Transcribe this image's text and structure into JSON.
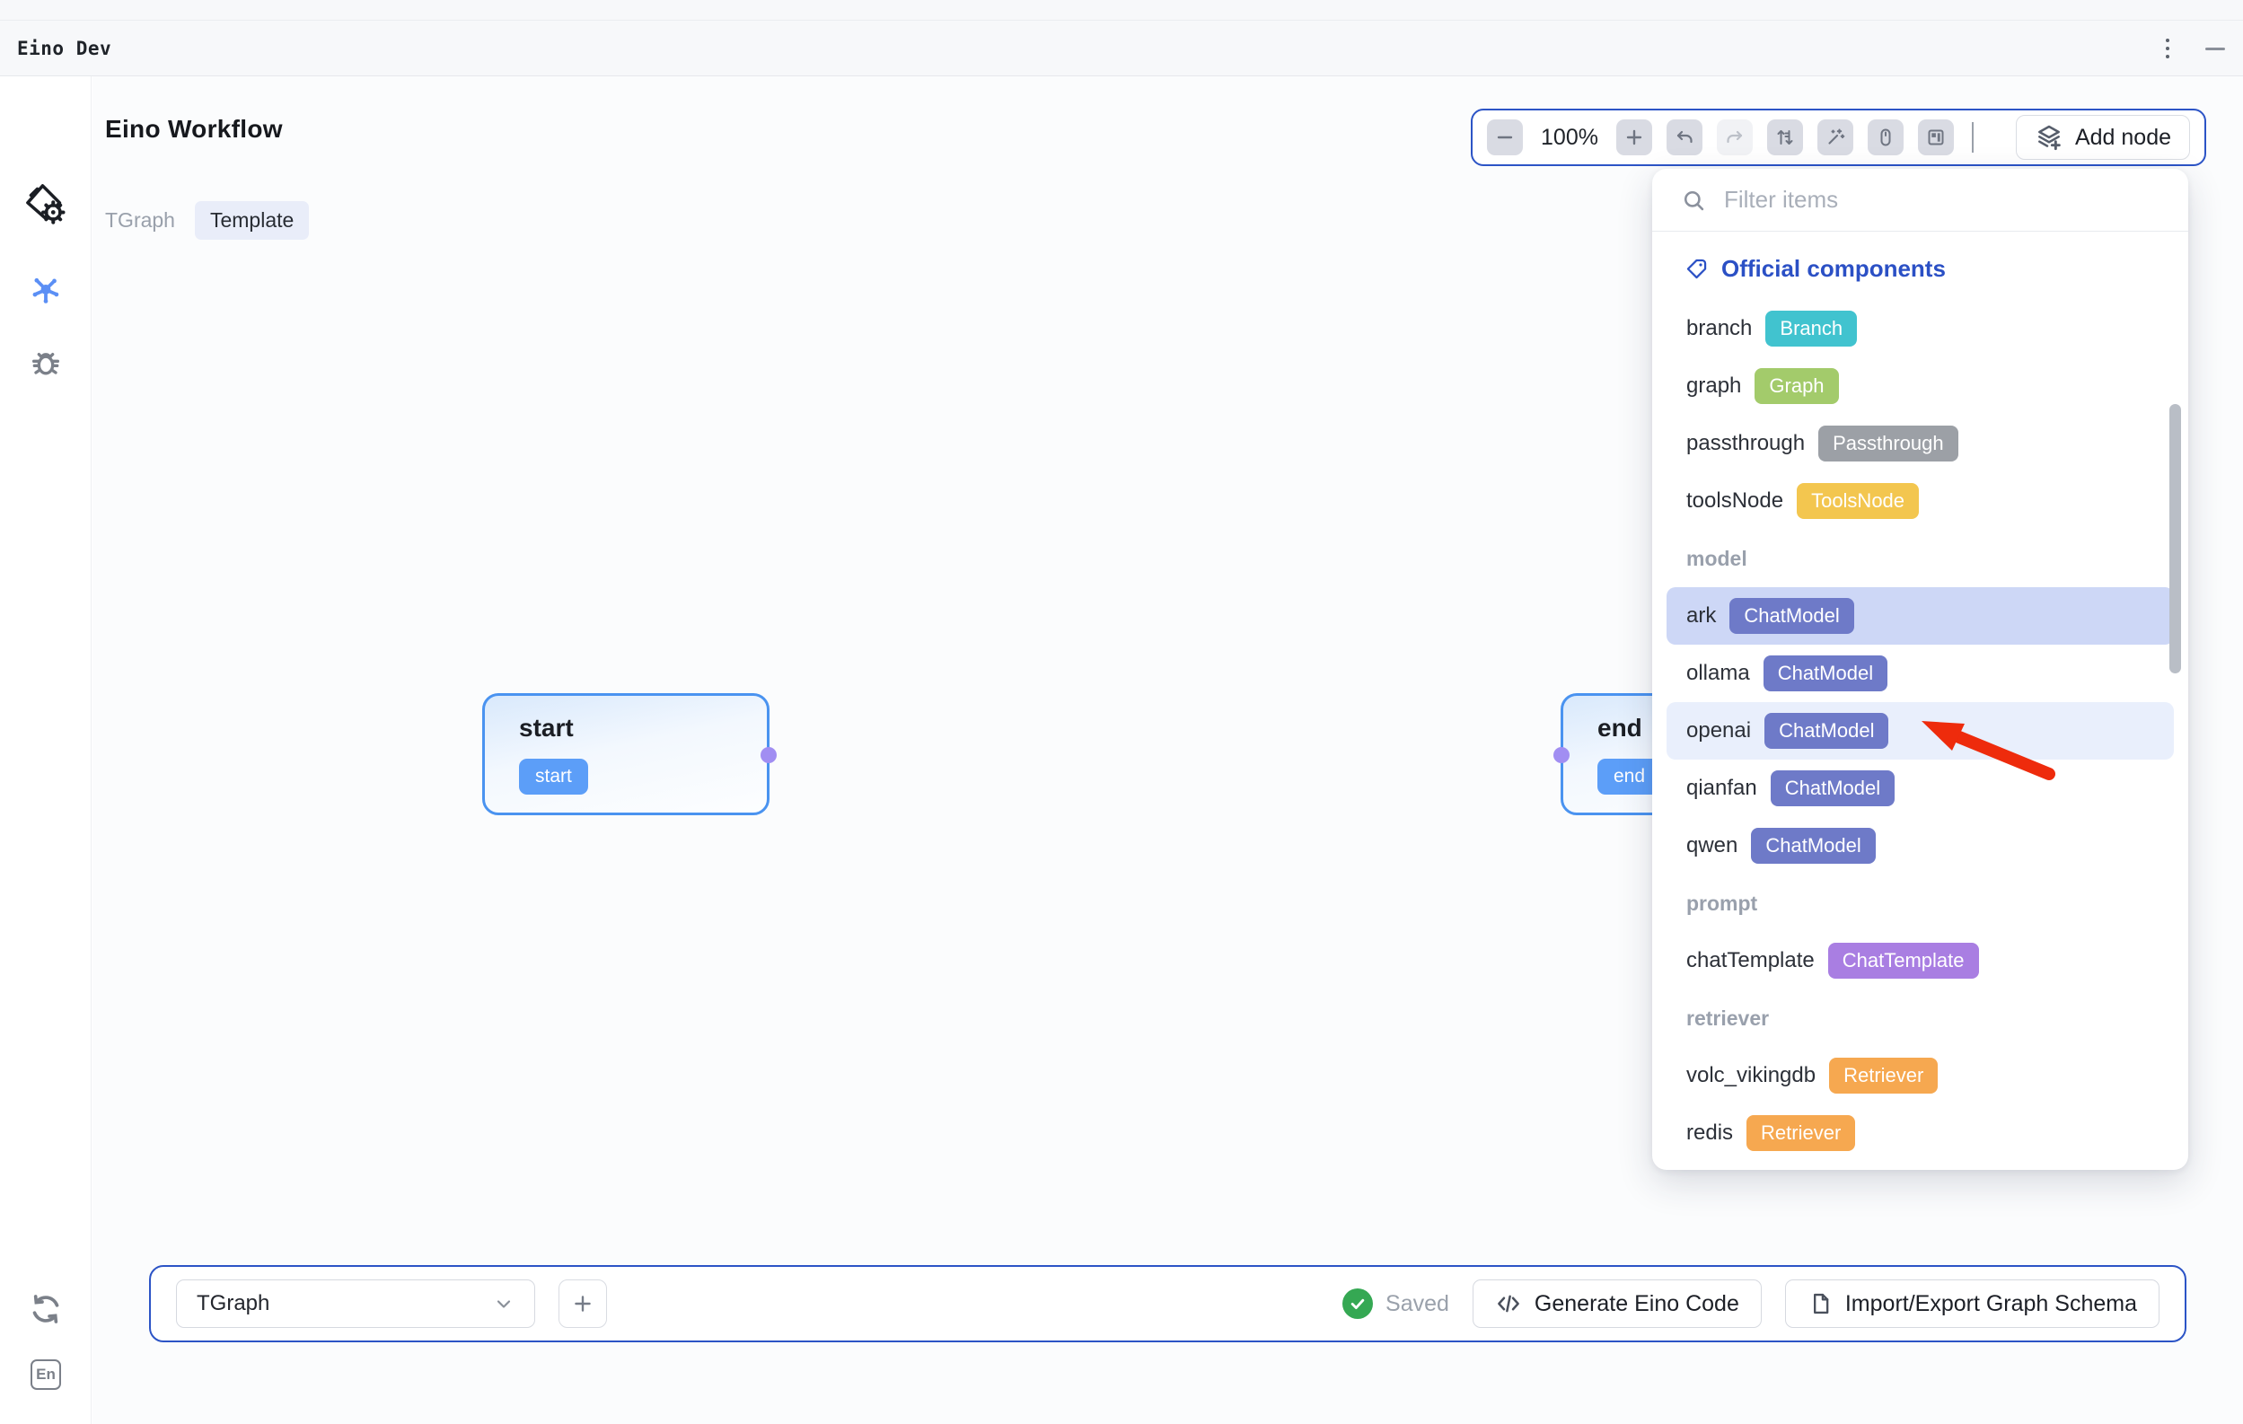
{
  "window": {
    "title": "Eino Dev"
  },
  "sidebar": {
    "language_label": "En",
    "help_label": "?"
  },
  "header": {
    "title": "Eino Workflow",
    "tabs": [
      {
        "label": "TGraph"
      },
      {
        "label": "Template"
      }
    ]
  },
  "toolbar": {
    "zoom_level": "100%",
    "add_node_label": "Add node"
  },
  "panel": {
    "search_placeholder": "Filter items",
    "section_title": "Official components",
    "items": [
      {
        "type": "item",
        "label": "branch",
        "badge": "Branch",
        "badge_color": "#41c3cf"
      },
      {
        "type": "item",
        "label": "graph",
        "badge": "Graph",
        "badge_color": "#a3cb6b"
      },
      {
        "type": "item",
        "label": "passthrough",
        "badge": "Passthrough",
        "badge_color": "#9ca0a6"
      },
      {
        "type": "item",
        "label": "toolsNode",
        "badge": "ToolsNode",
        "badge_color": "#f3c64f"
      },
      {
        "type": "section",
        "label": "model"
      },
      {
        "type": "item",
        "label": "ark",
        "badge": "ChatModel",
        "badge_color": "#6e7ac8",
        "highlight": "strong"
      },
      {
        "type": "item",
        "label": "ollama",
        "badge": "ChatModel",
        "badge_color": "#6e7ac8"
      },
      {
        "type": "item",
        "label": "openai",
        "badge": "ChatModel",
        "badge_color": "#6e7ac8",
        "highlight": "soft"
      },
      {
        "type": "item",
        "label": "qianfan",
        "badge": "ChatModel",
        "badge_color": "#6e7ac8"
      },
      {
        "type": "item",
        "label": "qwen",
        "badge": "ChatModel",
        "badge_color": "#6e7ac8"
      },
      {
        "type": "section",
        "label": "prompt"
      },
      {
        "type": "item",
        "label": "chatTemplate",
        "badge": "ChatTemplate",
        "badge_color": "#a97ee2"
      },
      {
        "type": "section",
        "label": "retriever"
      },
      {
        "type": "item",
        "label": "volc_vikingdb",
        "badge": "Retriever",
        "badge_color": "#f6a850"
      },
      {
        "type": "item",
        "label": "redis",
        "badge": "Retriever",
        "badge_color": "#f6a850"
      }
    ]
  },
  "canvas": {
    "start_node": {
      "title": "start",
      "handle_label": "start"
    },
    "end_node": {
      "title": "end",
      "handle_label": "end"
    }
  },
  "bottom_bar": {
    "graph_select_value": "TGraph",
    "status_label": "Saved",
    "generate_button": "Generate Eino Code",
    "import_export_button": "Import/Export Graph Schema"
  },
  "colors": {
    "accent_blue_border": "#2c54c6",
    "node_border": "#4a93f0",
    "node_pill_blue": "#5c9ef8",
    "port_purple": "#a18ef2",
    "panel_header_blue": "#2b50c5",
    "highlight_strong": "#cdd7f6",
    "highlight_soft": "#e9effc",
    "saved_green": "#35a853",
    "arrow_red": "#ee2b0c"
  }
}
